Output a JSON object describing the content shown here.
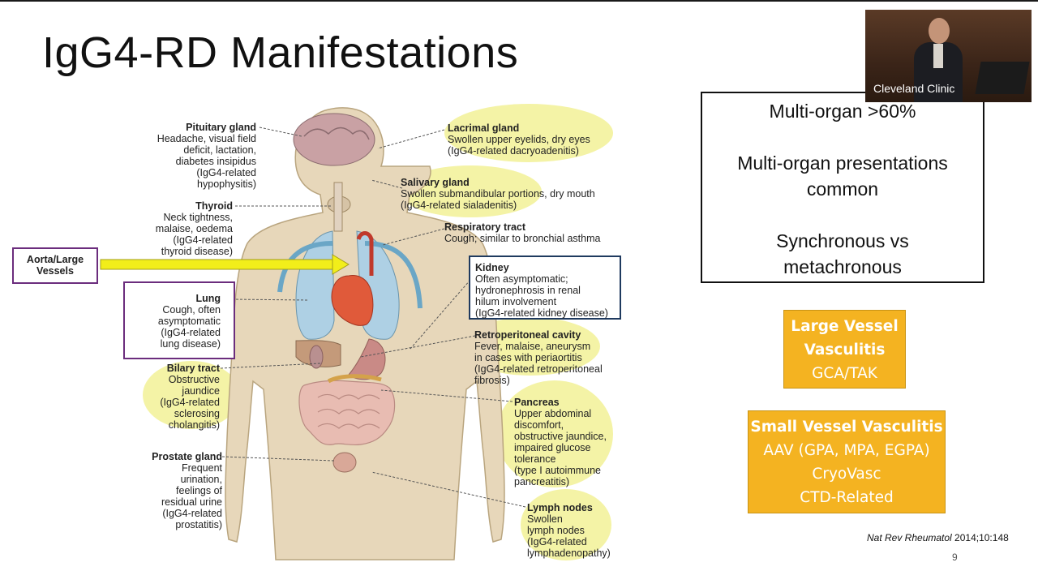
{
  "slide": {
    "title": "IgG4-RD Manifestations",
    "page_number": "9",
    "citation_journal": "Nat Rev Rheumatol",
    "citation_ref": " 2014;10:148"
  },
  "video_overlay": {
    "caption": "Cleveland Clinic"
  },
  "summary_box": {
    "line1": "Multi-organ >60%",
    "line2": "Multi-organ presentations",
    "line3": "common",
    "line4": "Synchronous vs",
    "line5": "metachronous"
  },
  "large_vessel_box": {
    "title_line1": "Large Vessel",
    "title_line2": "Vasculitis",
    "item": "GCA/TAK"
  },
  "small_vessel_box": {
    "title": "Small Vessel Vasculitis",
    "items": [
      "AAV (GPA, MPA, EGPA)",
      "CryoVasc",
      "CTD-Related"
    ]
  },
  "figure_labels": {
    "aorta": {
      "line1": "Aorta/Large",
      "line2": "Vessels"
    },
    "pituitary": {
      "name": "Pituitary gland",
      "lines": [
        "Headache, visual field",
        "deficit, lactation,",
        "diabetes insipidus",
        "(IgG4-related",
        "hypophysitis)"
      ]
    },
    "thyroid": {
      "name": "Thyroid",
      "lines": [
        "Neck tightness,",
        "malaise, oedema",
        "(IgG4-related",
        "thyroid disease)"
      ]
    },
    "lung": {
      "name": "Lung",
      "lines": [
        "Cough, often",
        "asymptomatic",
        "(IgG4-related",
        "lung disease)"
      ]
    },
    "biliary": {
      "name": "Bilary tract",
      "lines": [
        "Obstructive",
        "jaundice",
        "(IgG4-related",
        "sclerosing",
        "cholangitis)"
      ]
    },
    "prostate": {
      "name": "Prostate gland",
      "lines": [
        "Frequent",
        "urination,",
        "feelings of",
        "residual urine",
        "(IgG4-related",
        "prostatitis)"
      ]
    },
    "lacrimal": {
      "name": "Lacrimal gland",
      "lines": [
        "Swollen upper eyelids, dry eyes",
        "(IgG4-related dacryoadenitis)"
      ]
    },
    "salivary": {
      "name": "Salivary gland",
      "lines": [
        "Swollen submandibular portions, dry mouth",
        "(IgG4-related sialadenitis)"
      ]
    },
    "respiratory": {
      "name": "Respiratory tract",
      "lines": [
        "Cough; similar to bronchial asthma"
      ]
    },
    "kidney": {
      "name": "Kidney",
      "lines": [
        "Often asymptomatic;",
        "hydronephrosis in renal",
        "hilum involvement",
        "(IgG4-related kidney disease)"
      ]
    },
    "retroperitoneal": {
      "name": "Retroperitoneal cavity",
      "lines": [
        "Fever, malaise, aneurysm",
        "in cases with periaortitis",
        "(IgG4-related retroperitoneal",
        "fibrosis)"
      ]
    },
    "pancreas": {
      "name": "Pancreas",
      "lines": [
        "Upper abdominal",
        "discomfort,",
        "obstructive jaundice,",
        "impaired glucose",
        "tolerance",
        "(type I autoimmune",
        "pancreatitis)"
      ]
    },
    "lymph": {
      "name": "Lymph nodes",
      "lines": [
        "Swollen",
        "lymph nodes",
        "(IgG4-related",
        "lymphadenopathy)"
      ]
    }
  },
  "colors": {
    "orange_fill": "#f4b321",
    "callout_border": "#6b2d7d",
    "kidney_border": "#1f3a5f",
    "highlight_yellow": "#f4f3a6",
    "arrow_yellow": "#f2ee1a"
  }
}
